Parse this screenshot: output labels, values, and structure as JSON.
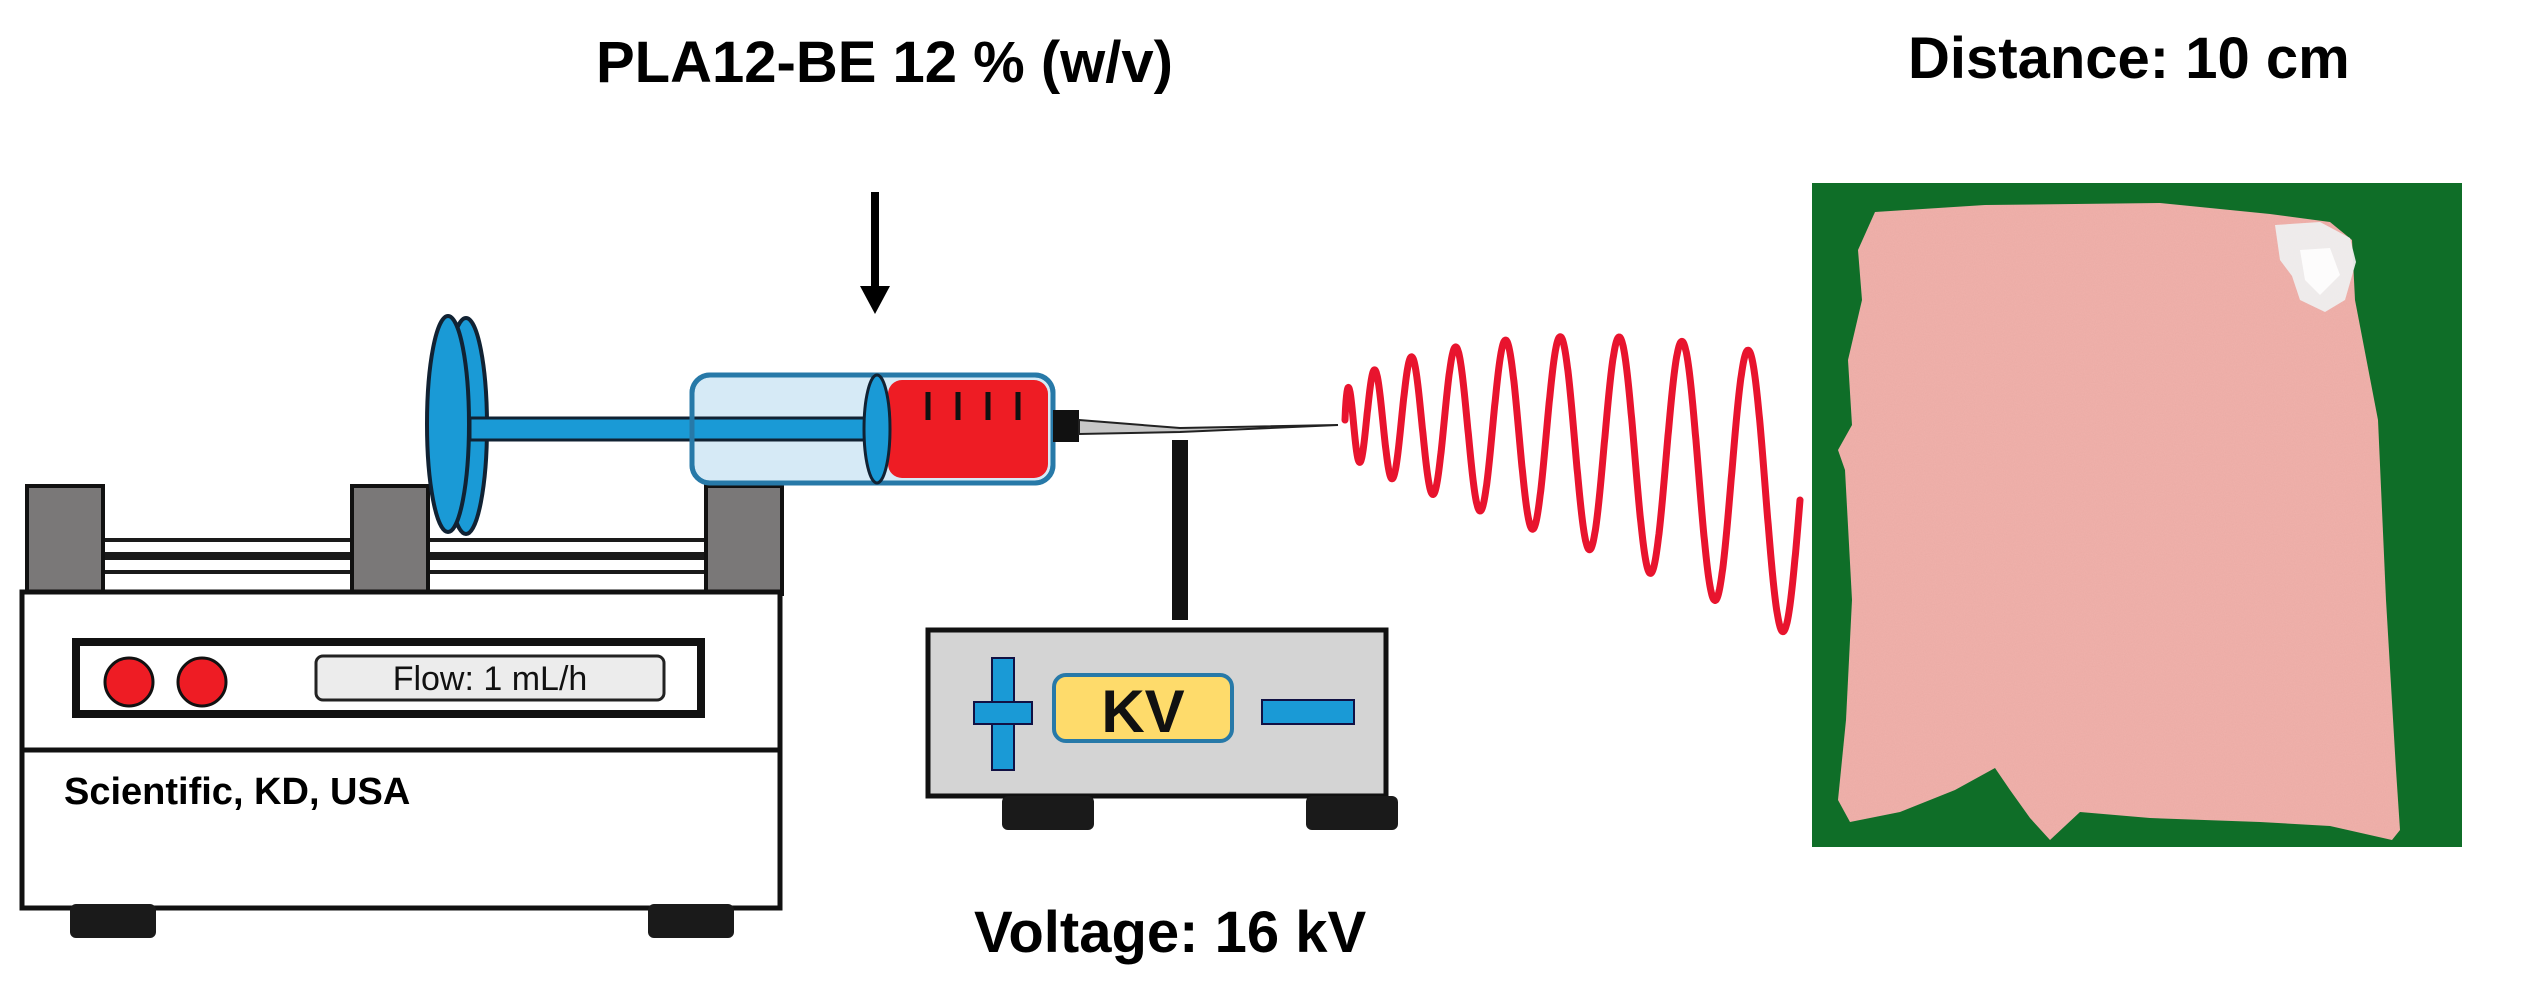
{
  "labels": {
    "solution": "PLA12-BE 12 % (w/v)",
    "distance": "Distance: 10 cm",
    "voltage": "Voltage: 16 kV",
    "flow": "Flow: 1 mL/h",
    "pump_brand": "Scientific, KD, USA",
    "kv": "KV"
  },
  "colors": {
    "syringe_solution": "#ee1c24",
    "plunger_blue": "#1a9ad6",
    "jet": "#e8142e",
    "pump_gray": "#7a7878",
    "power_supply_body": "#d4d4d4",
    "kv_display": "#fedb6b",
    "collector_background": "#0f6e28",
    "membrane_pink": "#f0b2ac"
  },
  "icons": {
    "positive_terminal": "plus-icon",
    "negative_terminal": "minus-icon"
  }
}
